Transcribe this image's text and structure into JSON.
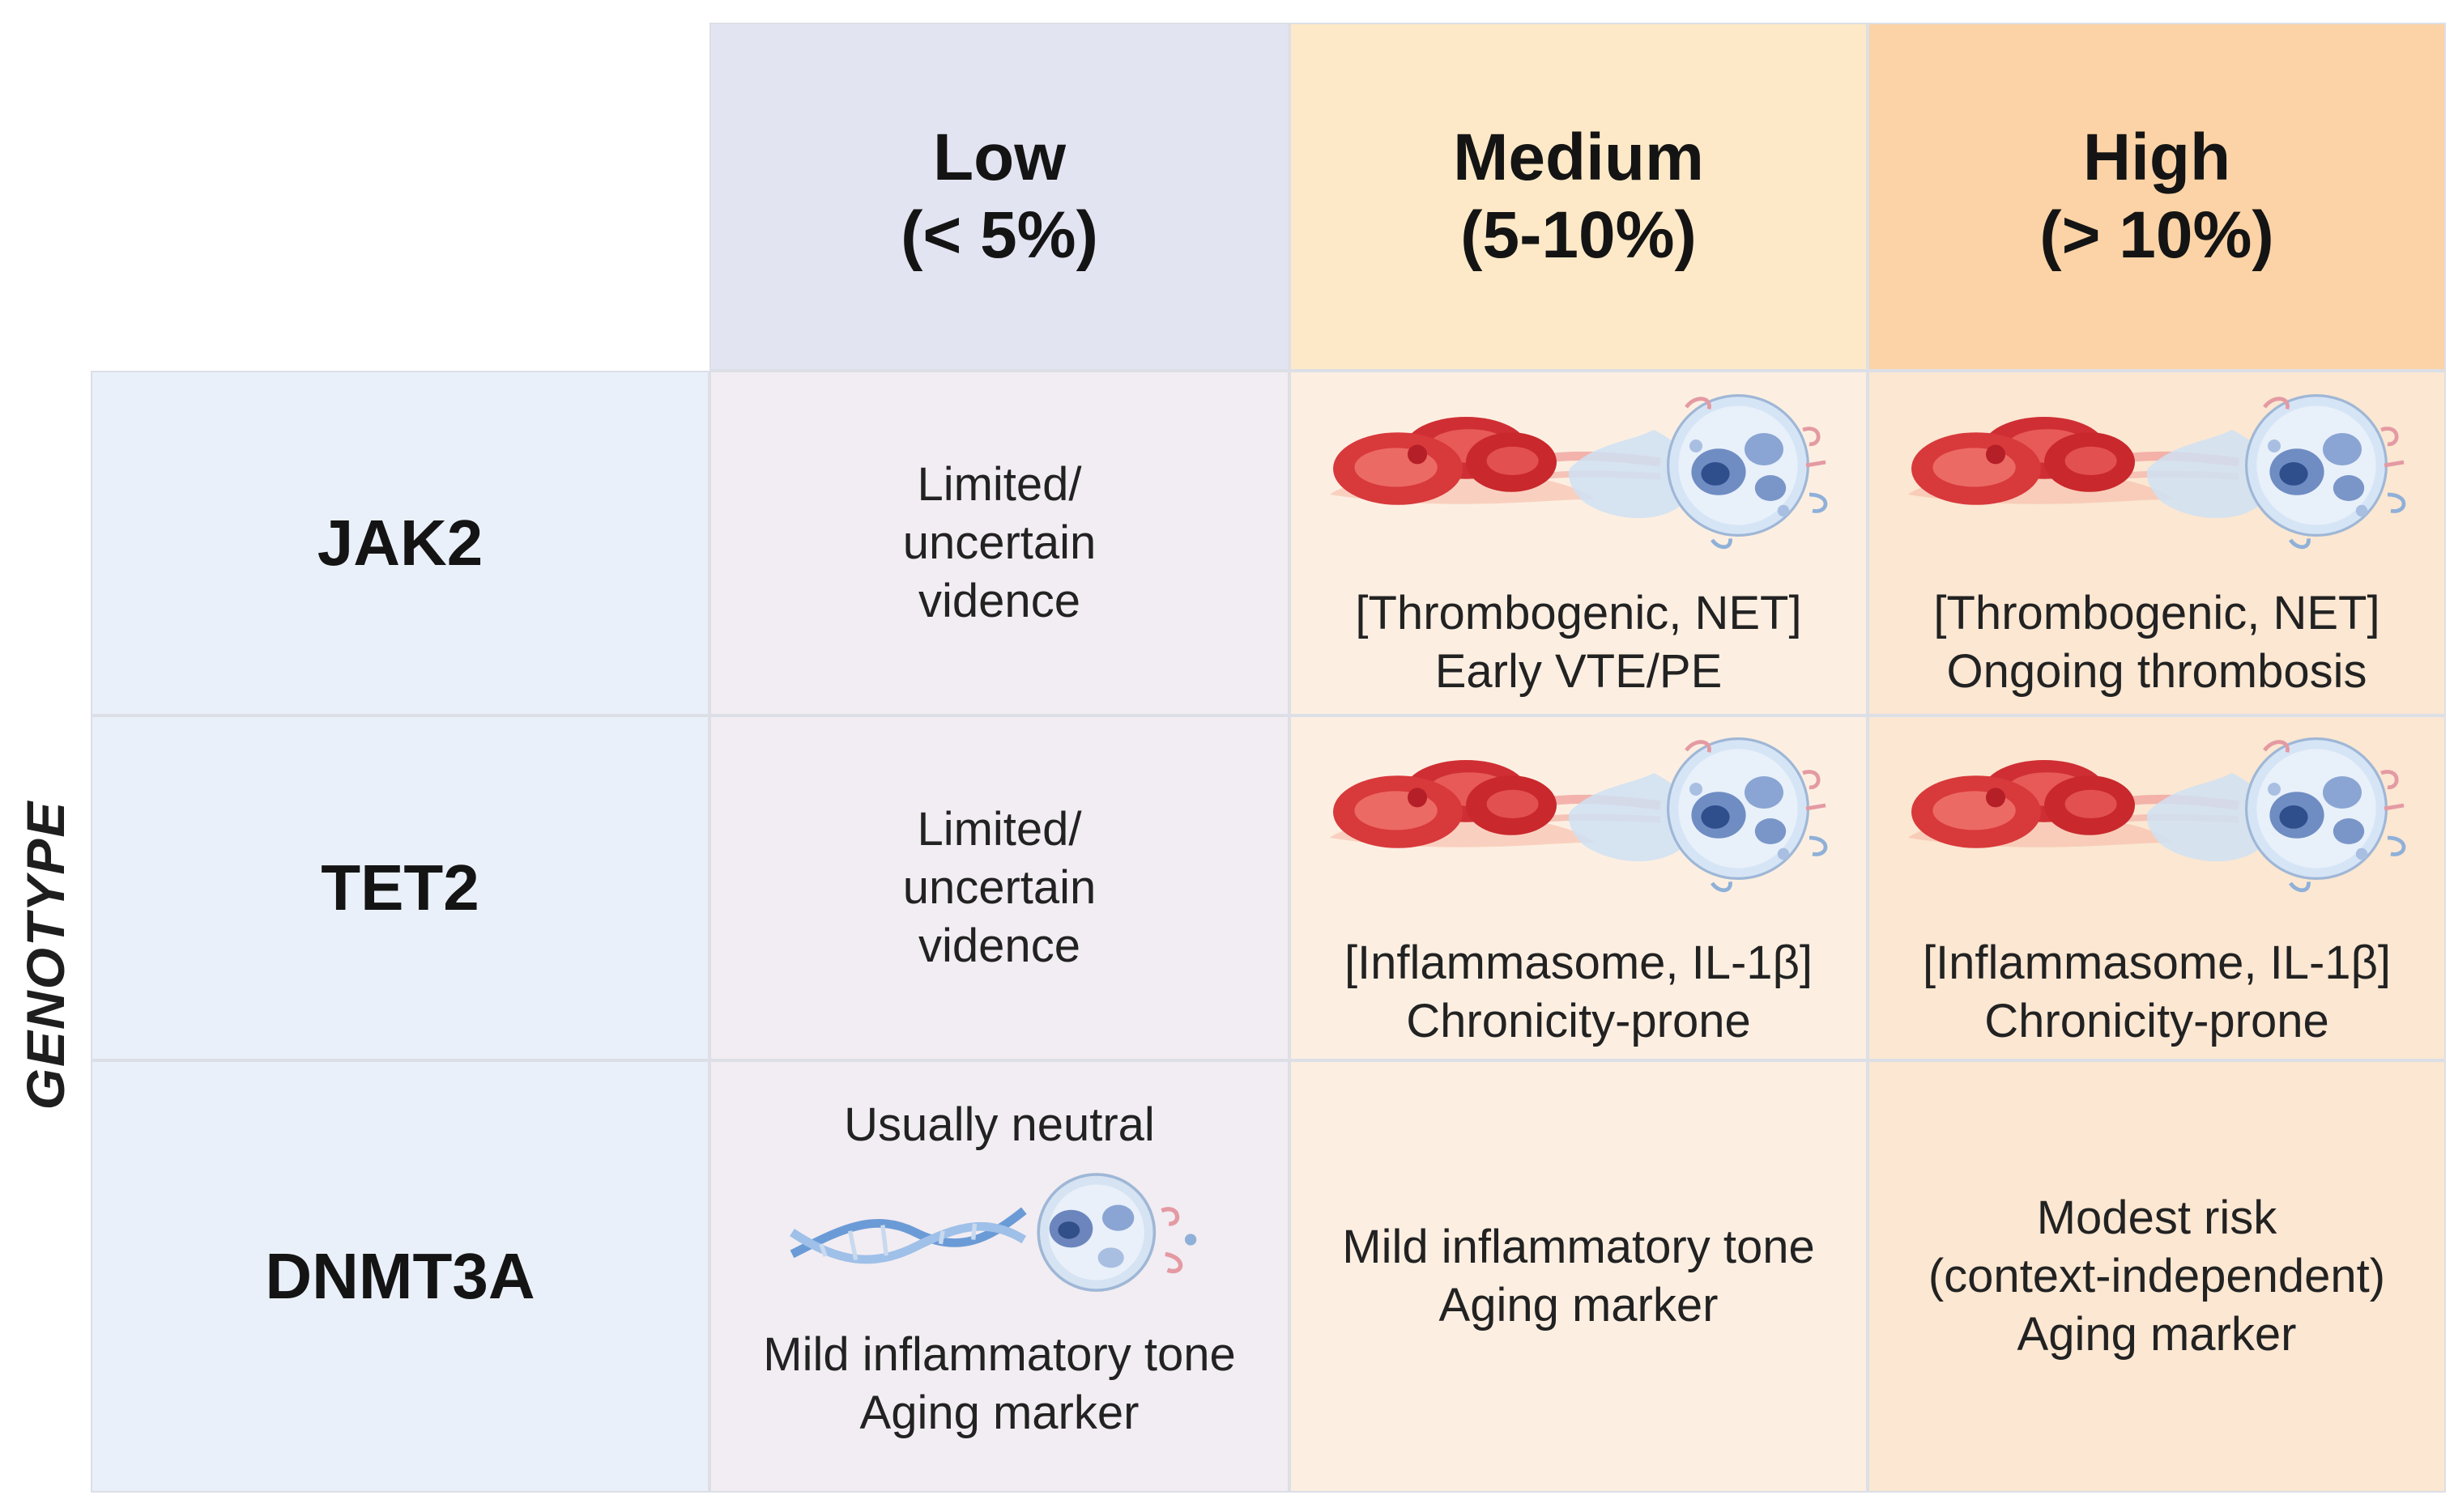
{
  "axis_label": "GENOTYPE",
  "columns": [
    {
      "title": "Low",
      "range": "(< 5%)"
    },
    {
      "title": "Medium",
      "range": "(5-10%)"
    },
    {
      "title": "High",
      "range": "(> 10%)"
    }
  ],
  "rows": [
    {
      "genotype": "JAK2",
      "cells": [
        {
          "lines": [
            "Limited/",
            "uncertain",
            "vidence"
          ]
        },
        {
          "lines": [
            "[Thrombogenic, NET]",
            "Early VTE/PE"
          ],
          "icon": "rbc-neutrophil-icon"
        },
        {
          "lines": [
            "[Thrombogenic, NET]",
            "Ongoing thrombosis"
          ],
          "icon": "rbc-neutrophil-icon"
        }
      ]
    },
    {
      "genotype": "TET2",
      "cells": [
        {
          "lines": [
            "Limited/",
            "uncertain",
            "vidence"
          ]
        },
        {
          "lines": [
            "[Inflammasome, IL-1β]",
            "Chronicity-prone"
          ],
          "icon": "rbc-neutrophil-icon"
        },
        {
          "lines": [
            "[Inflammasome, IL-1β]",
            "Chronicity-prone"
          ],
          "icon": "rbc-neutrophil-icon"
        }
      ]
    },
    {
      "genotype": "DNMT3A",
      "cells": [
        {
          "top": "Usually neutral",
          "lines": [
            "Mild inflammatory tone",
            "Aging marker"
          ],
          "icon": "dna-cell-icon"
        },
        {
          "lines": [
            "Mild inflammatory tone",
            "Aging marker"
          ]
        },
        {
          "lines": [
            "Modest risk",
            "(context-independent)",
            "Aging marker"
          ]
        }
      ]
    }
  ],
  "colors": {
    "low_header": "#e3e4f2",
    "medium_header": "#fde9c7",
    "high_header": "#fbd3a6",
    "row_header": "#eaf0f9",
    "rbc": "#d9363a",
    "neutrophil": "#a9c6ea"
  }
}
